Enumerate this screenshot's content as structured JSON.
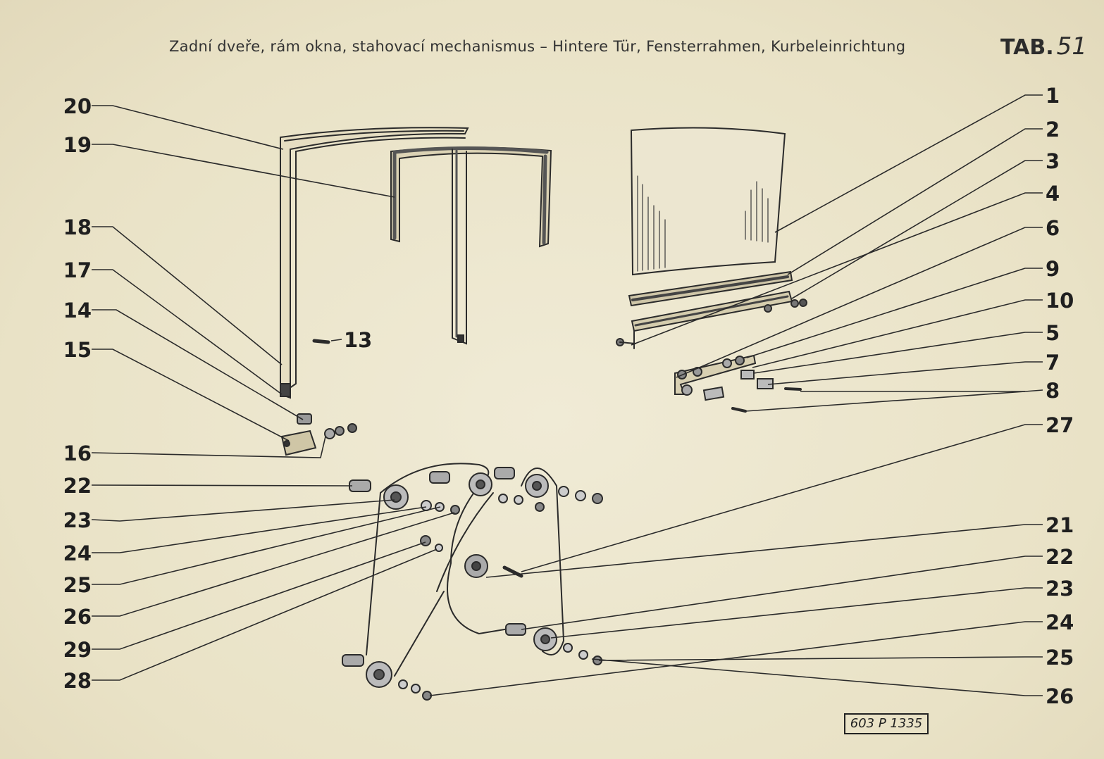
{
  "header": {
    "title": "Zadní dveře, rám okna, stahovací mechanismus – Hintere Tür, Fensterrahmen, Kurbeleinrichtung",
    "tab_label": "TAB.",
    "tab_number": "51"
  },
  "labels_left": [
    "20",
    "19",
    "18",
    "17",
    "14",
    "15",
    "16",
    "22",
    "23",
    "24",
    "25",
    "26",
    "29",
    "28"
  ],
  "label_center": "13",
  "labels_right": [
    "1",
    "2",
    "3",
    "4",
    "6",
    "9",
    "10",
    "5",
    "7",
    "8",
    "27",
    "21",
    "22",
    "23",
    "24",
    "25",
    "26"
  ],
  "stamp": "603 P 1335"
}
